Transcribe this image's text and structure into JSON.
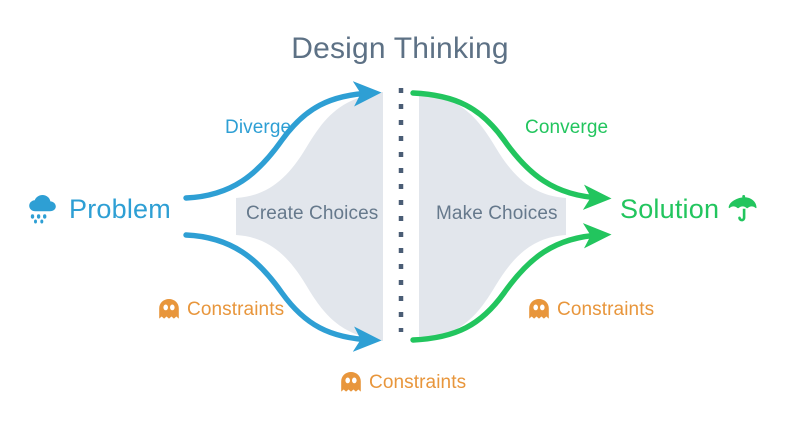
{
  "diagram": {
    "title": "Design Thinking",
    "title_color": "#5d7185",
    "background_color": "#ffffff"
  },
  "endpoints": {
    "left": {
      "label": "Problem",
      "color": "#2e9fd4",
      "icon": "rain-cloud-icon"
    },
    "right": {
      "label": "Solution",
      "color": "#22c55e",
      "icon": "umbrella-icon"
    }
  },
  "flows": {
    "diverge": {
      "label": "Diverge",
      "color": "#2e9fd4"
    },
    "converge": {
      "label": "Converge",
      "color": "#22c55e"
    }
  },
  "phases": [
    {
      "label": "Create Choices",
      "color": "#66798c",
      "fill": "#e2e6ec"
    },
    {
      "label": "Make Choices",
      "color": "#66798c",
      "fill": "#e2e6ec"
    }
  ],
  "divider": {
    "style": "dashed",
    "color": "#4a5d75"
  },
  "constraints": [
    {
      "label": "Constraints",
      "color": "#e8963c",
      "icon": "ghost-icon",
      "position": "left"
    },
    {
      "label": "Constraints",
      "color": "#e8963c",
      "icon": "ghost-icon",
      "position": "right"
    },
    {
      "label": "Constraints",
      "color": "#e8963c",
      "icon": "ghost-icon",
      "position": "bottom"
    }
  ]
}
